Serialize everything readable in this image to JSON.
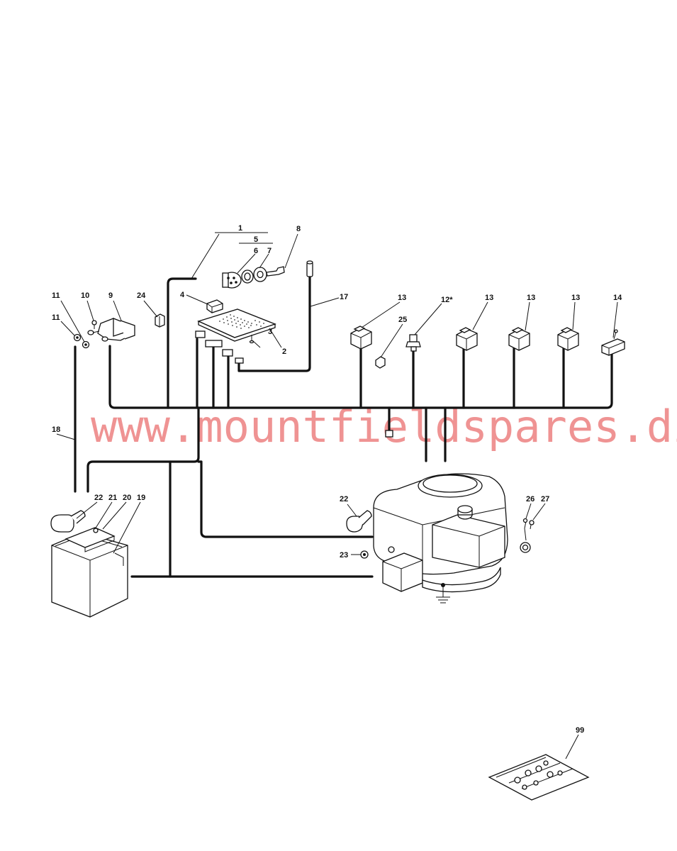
{
  "watermark": "www.mountfieldspares.direct",
  "callouts": {
    "c1": "1",
    "c2": "2",
    "c3": "3",
    "c4": "4",
    "c5": "5",
    "c6": "6",
    "c7": "7",
    "c8": "8",
    "c9": "9",
    "c10": "10",
    "c11a": "11",
    "c11b": "11",
    "c12": "12*",
    "c13a": "13",
    "c13b": "13",
    "c13c": "13",
    "c13d": "13",
    "c14": "14",
    "c17": "17",
    "c18": "18",
    "c19": "19",
    "c20": "20",
    "c21": "21",
    "c22a": "22",
    "c22b": "22",
    "c23": "23",
    "c24": "24",
    "c25": "25",
    "c26": "26",
    "c27": "27",
    "c99": "99"
  },
  "icons": [
    "key-switch-icon",
    "pcb-icon",
    "solenoid-icon",
    "micro-switch-icon",
    "battery-icon",
    "engine-icon",
    "ground-symbol-icon",
    "hardware-bag-icon"
  ]
}
